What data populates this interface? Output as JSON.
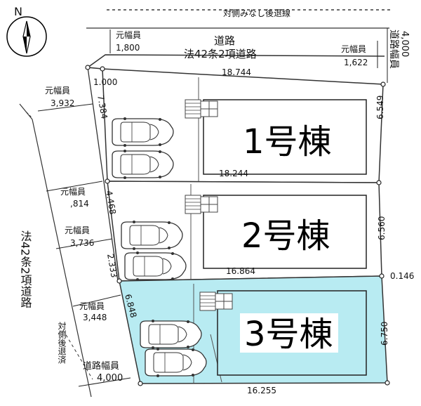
{
  "compass": {
    "north_label": "N",
    "icon": "north-arrow-icon"
  },
  "top_road": {
    "setback_line_label": "対側みなし後退線",
    "name": "道路",
    "law_label": "法42条2項道路",
    "width_label": "道路幅員",
    "width_value": "4,000",
    "orig_width_left_label": "元幅員",
    "orig_width_left_value": "1,800",
    "orig_width_right_label": "元幅員",
    "orig_width_right_value": "1,622"
  },
  "left_road": {
    "law_label": "法42条2項道路",
    "setback_label": "対側後退済",
    "width_label": "道路幅員",
    "width_value": "4,000",
    "orig_widths": [
      {
        "label": "元幅員",
        "value": "3,932"
      },
      {
        "label": "元幅員",
        "value": ",814"
      },
      {
        "label": "元幅員",
        "value": "3,736"
      },
      {
        "label": "元幅員",
        "value": "3,448"
      }
    ]
  },
  "dimensions": {
    "top_frontage": "18.744",
    "corner_cut": "1.000",
    "left_lot1": "7.384",
    "left_lot2": "4.468",
    "left_lot2b": "2.333",
    "left_lot3": "6.848",
    "right_lot1": "6.549",
    "right_lot2": "6.560",
    "right_lot3": "6.750",
    "offset": "0.146",
    "line_lot1": "18.244",
    "line_lot2": "16.864",
    "bottom": "16.255"
  },
  "lots": [
    {
      "name": "1号棟",
      "highlighted": false
    },
    {
      "name": "2号棟",
      "highlighted": false
    },
    {
      "name": "3号棟",
      "highlighted": true
    }
  ],
  "colors": {
    "highlight_fill": "#b8ebf2",
    "label_box": "#ffffff"
  }
}
